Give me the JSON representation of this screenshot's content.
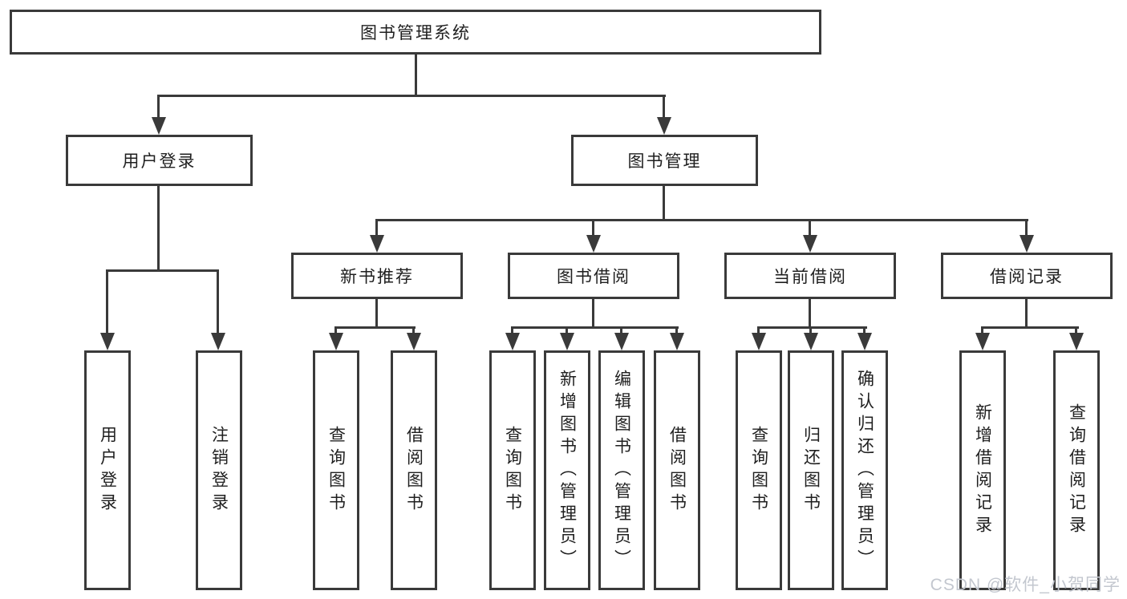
{
  "diagram": {
    "root": {
      "label": "图书管理系统"
    },
    "level2": [
      {
        "label": "用户登录"
      },
      {
        "label": "图书管理"
      }
    ],
    "level3": [
      {
        "label": "新书推荐"
      },
      {
        "label": "图书借阅"
      },
      {
        "label": "当前借阅"
      },
      {
        "label": "借阅记录"
      }
    ],
    "leaves": {
      "user_login": [
        "用户登录",
        "注销登录"
      ],
      "new_book_recommend": [
        "查询图书",
        "借阅图书"
      ],
      "book_borrow": [
        "查询图书",
        "新增图书（管理员）",
        "编辑图书（管理员）",
        "借阅图书"
      ],
      "current_borrow": [
        "查询图书",
        "归还图书",
        "确认归还（管理员）"
      ],
      "borrow_record": [
        "新增借阅记录",
        "查询借阅记录"
      ]
    }
  },
  "watermark": {
    "text": "CSDN @软件_小贺同学"
  },
  "colors": {
    "line": "#3a3a3a",
    "text": "#1f1f1f",
    "watermark": "#c3c7cf",
    "background": "#ffffff"
  }
}
